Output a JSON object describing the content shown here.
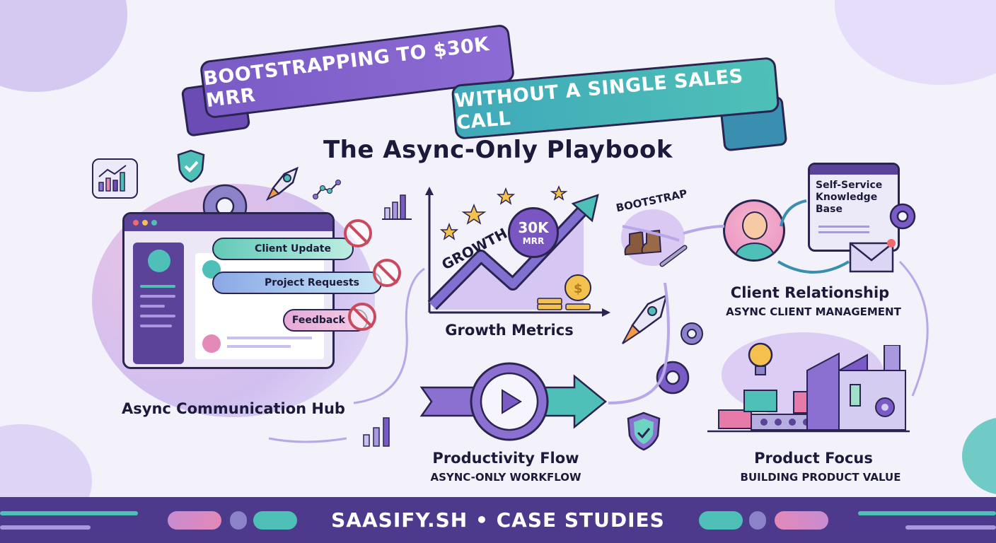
{
  "header": {
    "banner_primary": "Bootstrapping to $30K MRR",
    "banner_secondary": "Without a Single Sales Call",
    "title": "The Async-Only Playbook"
  },
  "sections": {
    "communication_hub": {
      "label": "Async Communication Hub",
      "channels": [
        "Client Update",
        "Project Requests",
        "Feedback"
      ]
    },
    "growth": {
      "label": "Growth Metrics",
      "chart_word": "Growth",
      "badge_value": "30K",
      "badge_unit": "MRR"
    },
    "bootstrap": {
      "label": "Bootstrap"
    },
    "client_relationship": {
      "label": "Client Relationship",
      "sublabel": "Async Client Management",
      "knowledge_base": [
        "Self-Service",
        "Knowledge",
        "Base"
      ],
      "notification_count": "1"
    },
    "productivity": {
      "label": "Productivity Flow",
      "sublabel": "Async-Only Workflow"
    },
    "product_focus": {
      "label": "Product Focus",
      "sublabel": "Building Product Value"
    }
  },
  "footer": {
    "text": "SAASIFY.SH • CASE STUDIES"
  },
  "colors": {
    "background": "#f3f1fa",
    "primary_purple": "#5a4398",
    "banner_purple": "#7a5bc6",
    "banner_teal": "#3fa9b9",
    "footer": "#4d3a8c",
    "pink": "#e38ab8",
    "teal": "#4fc0b8",
    "gold": "#f2c14e",
    "ink": "#1c1a3a"
  },
  "icons": [
    "chart-icon",
    "shield-icon",
    "gear-icon",
    "rocket-icon",
    "network-icon",
    "bar-chart-icon",
    "star-icon",
    "coin-icon",
    "boots-icon",
    "wrench-icon",
    "avatar-icon",
    "mail-icon",
    "clock-play-icon",
    "lightbulb-icon",
    "factory-icon",
    "no-phone-icon"
  ]
}
